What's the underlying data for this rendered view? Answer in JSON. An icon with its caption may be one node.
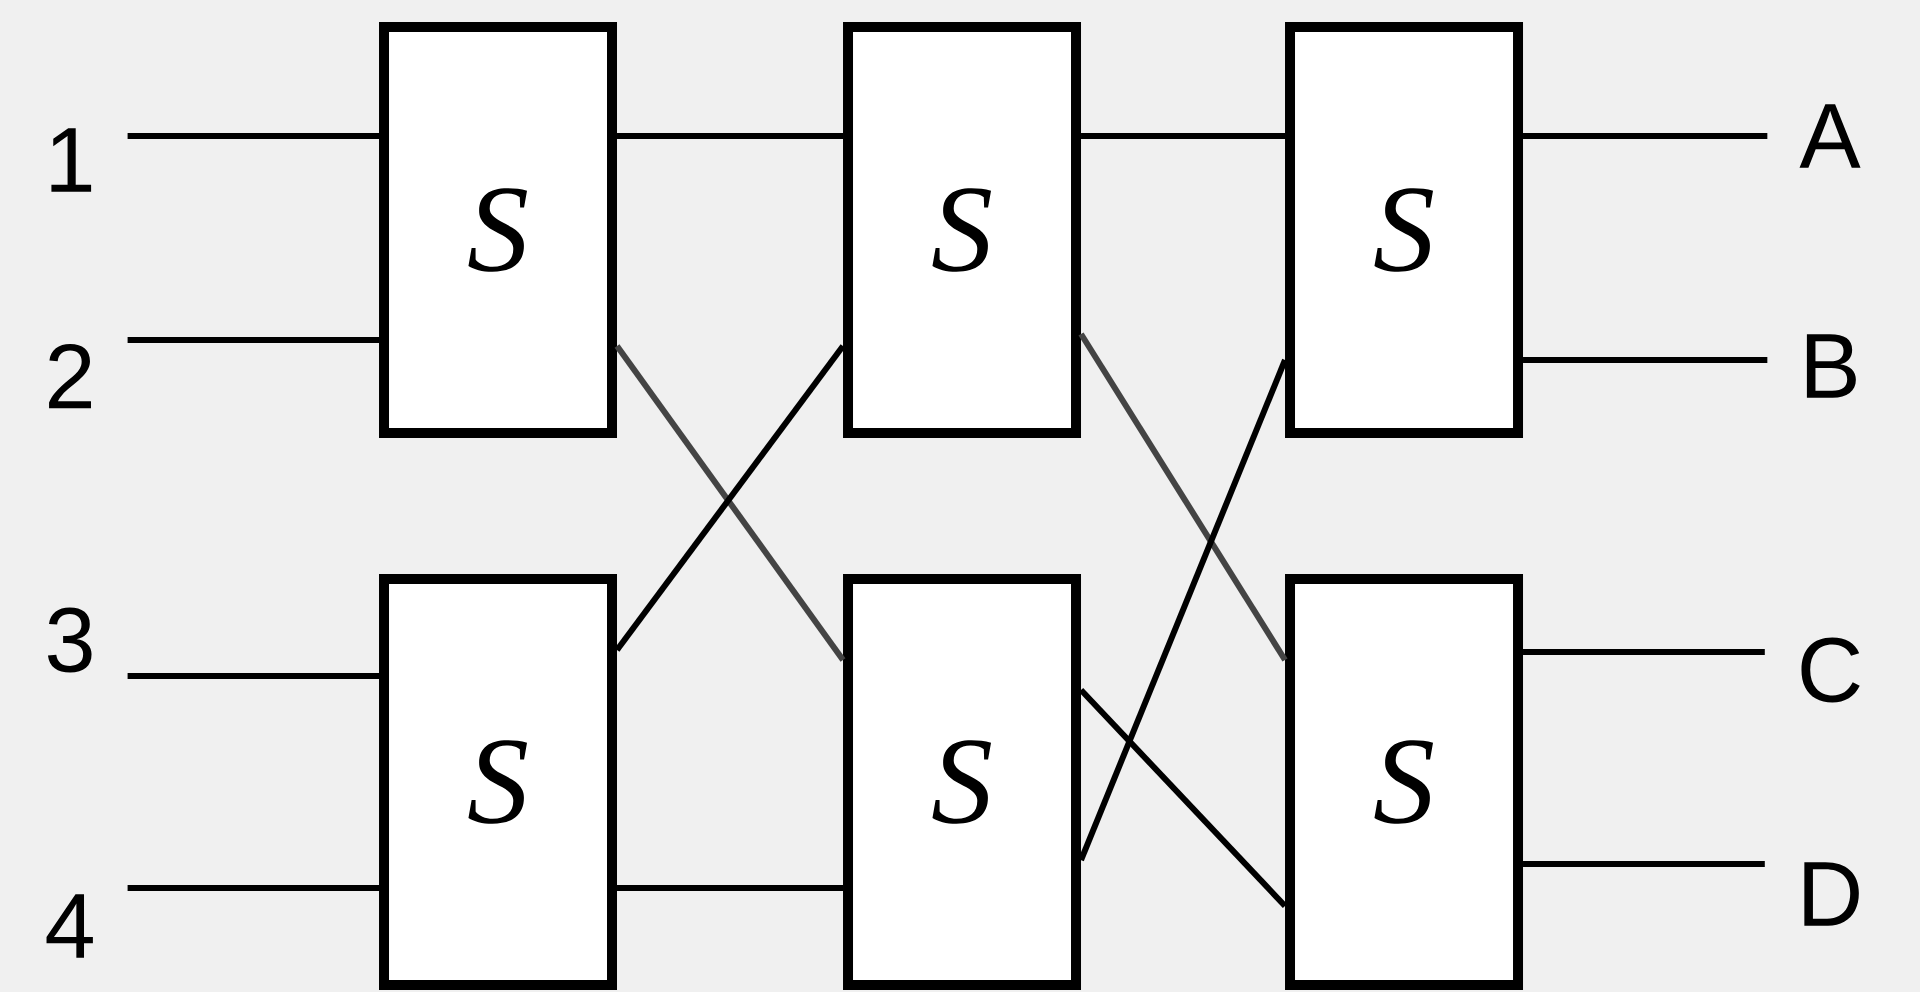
{
  "diagram": {
    "nodes": [
      {
        "text": [
          "1"
        ]
      },
      {
        "text": [
          "2"
        ]
      },
      {
        "text": [
          "3"
        ]
      },
      {
        "text": [
          "4"
        ]
      },
      {
        "text": [
          "*S*"
        ]
      },
      {
        "text": [
          "*S*"
        ]
      },
      {
        "text": [
          "*S*"
        ]
      },
      {
        "text": [
          "*S*"
        ]
      },
      {
        "text": [
          "*S*"
        ]
      },
      {
        "text": [
          "*S*"
        ]
      },
      {
        "text": [
          "A"
        ]
      },
      {
        "text": [
          "B"
        ]
      },
      {
        "text": [
          "C"
        ]
      },
      {
        "text": [
          "D"
        ]
      }
    ],
    "edges": [
      {
        "from": 0,
        "to": 4,
        "arrow": "none"
      },
      {
        "from": 1,
        "to": 4,
        "arrow": "none"
      },
      {
        "from": 2,
        "to": 5,
        "arrow": "none"
      },
      {
        "from": 3,
        "to": 5,
        "arrow": "none"
      },
      {
        "from": 4,
        "to": 6,
        "arrow": "none"
      },
      {
        "from": 4,
        "to": 7,
        "arrow": "none",
        "color": "#444444"
      },
      {
        "from": 5,
        "to": 6,
        "arrow": "none"
      },
      {
        "from": 5,
        "to": 7,
        "arrow": "none"
      },
      {
        "from": 6,
        "to": 8,
        "arrow": "none"
      },
      {
        "from": 6,
        "to": 9,
        "arrow": "none",
        "color": "#444444"
      },
      {
        "from": 7,
        "to": 8,
        "arrow": "none"
      },
      {
        "from": 7,
        "to": 9,
        "arrow": "none"
      },
      {
        "from": 8,
        "to": 10,
        "arrow": "none"
      },
      {
        "from": 8,
        "to": 11,
        "arrow": "none"
      },
      {
        "from": 9,
        "to": 12,
        "arrow": "none"
      },
      {
        "from": 9,
        "to": 13,
        "arrow": "none"
      }
    ]
  }
}
